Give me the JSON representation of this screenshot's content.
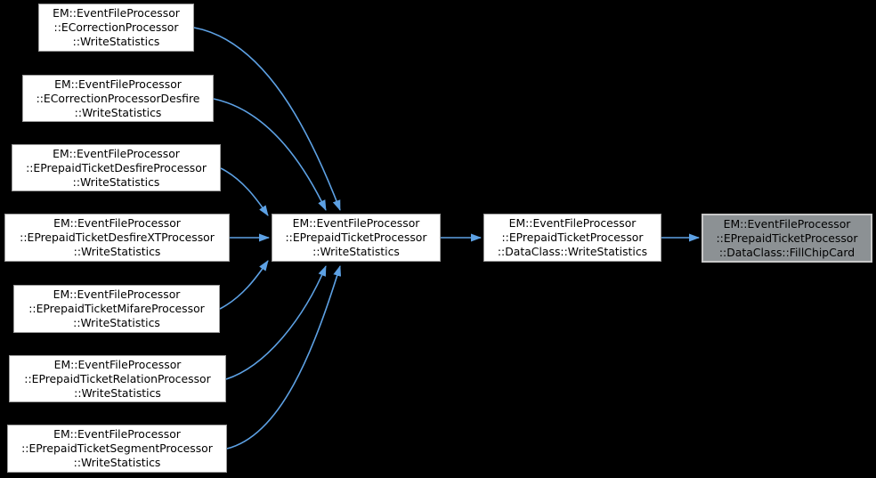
{
  "diagram": {
    "type": "caller-graph",
    "colors": {
      "background": "#000000",
      "edge": "#5da1e4",
      "node_fill": "#ffffff",
      "node_border": "#9c9c9c",
      "node_text": "#000000",
      "highlight_fill": "#8c9194",
      "highlight_border": "#c8c8c8"
    },
    "nodes": [
      {
        "id": "ecorrection-writestatistics",
        "lines": [
          "EM::EventFileProcessor",
          "::ECorrectionProcessor",
          "::WriteStatistics"
        ]
      },
      {
        "id": "ecorrection-desfire-writestatistics",
        "lines": [
          "EM::EventFileProcessor",
          "::ECorrectionProcessorDesfire",
          "::WriteStatistics"
        ]
      },
      {
        "id": "prepaidticket-desfire-writestatistics",
        "lines": [
          "EM::EventFileProcessor",
          "::EPrepaidTicketDesfireProcessor",
          "::WriteStatistics"
        ]
      },
      {
        "id": "prepaidticket-desfirext-writestatistics",
        "lines": [
          "EM::EventFileProcessor",
          "::EPrepaidTicketDesfireXTProcessor",
          "::WriteStatistics"
        ]
      },
      {
        "id": "prepaidticket-mifare-writestatistics",
        "lines": [
          "EM::EventFileProcessor",
          "::EPrepaidTicketMifareProcessor",
          "::WriteStatistics"
        ]
      },
      {
        "id": "prepaidticket-relation-writestatistics",
        "lines": [
          "EM::EventFileProcessor",
          "::EPrepaidTicketRelationProcessor",
          "::WriteStatistics"
        ]
      },
      {
        "id": "prepaidticket-segment-writestatistics",
        "lines": [
          "EM::EventFileProcessor",
          "::EPrepaidTicketSegmentProcessor",
          "::WriteStatistics"
        ]
      },
      {
        "id": "prepaidticket-writestatistics",
        "lines": [
          "EM::EventFileProcessor",
          "::EPrepaidTicketProcessor",
          "::WriteStatistics"
        ]
      },
      {
        "id": "dataclass-writestatistics",
        "lines": [
          "EM::EventFileProcessor",
          "::EPrepaidTicketProcessor",
          "::DataClass::WriteStatistics"
        ]
      },
      {
        "id": "dataclass-fillchipcard",
        "lines": [
          "EM::EventFileProcessor",
          "::EPrepaidTicketProcessor",
          "::DataClass::FillChipCard"
        ],
        "highlighted": true
      }
    ]
  }
}
